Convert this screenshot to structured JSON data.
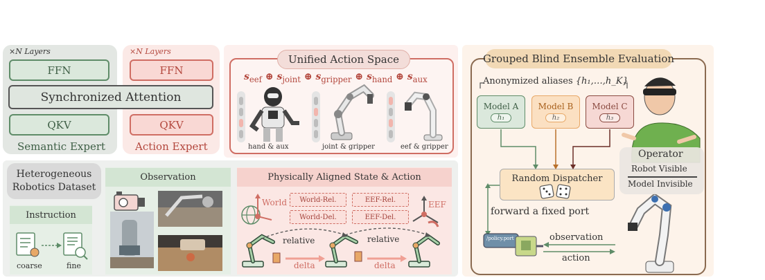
{
  "semantic": {
    "layers": "×N Layers",
    "ffn": "FFN",
    "qkv": "QKV",
    "title": "Semantic Expert"
  },
  "action_expert": {
    "layers": "×N Layers",
    "ffn": "FFN",
    "qkv": "QKV",
    "title": "Action Expert"
  },
  "sync_attention": "Synchronized Attention",
  "unified": {
    "title": "Unified Action Space",
    "formula": {
      "s": "s",
      "eef": "eef",
      "joint": "joint",
      "gripper": "gripper",
      "hand": "hand",
      "aux": "aux",
      "oplus": "⊕"
    },
    "robots": [
      "hand & aux",
      "joint & gripper",
      "eef & gripper"
    ]
  },
  "dataset": {
    "title_line1": "Heterogeneous",
    "title_line2": "Robotics Dataset",
    "instruction": "Instruction",
    "coarse": "coarse",
    "fine": "fine",
    "observation": "Observation"
  },
  "aligned": {
    "title": "Physically Aligned State & Action",
    "world": "World",
    "eef": "EEF",
    "boxes": [
      "World-Rel.",
      "EEF-Rel.",
      "World-Del.",
      "EEF-Del."
    ],
    "relative": "relative",
    "delta": "delta"
  },
  "evaluation": {
    "title": "Grouped Blind Ensemble Evaluation",
    "aliases_text": "Anonymized aliases",
    "aliases_set": "{h₁,…,h_K}",
    "models": [
      {
        "name": "Model A",
        "alias": "h₁"
      },
      {
        "name": "Model B",
        "alias": "h₂"
      },
      {
        "name": "Model C",
        "alias": "h₃"
      }
    ],
    "dispatcher": "Random Dispatcher",
    "forward": "forward a fixed port",
    "port": "/policy.port",
    "observation": "observation",
    "action": "action",
    "operator": "Operator",
    "robot_visible": "Robot Visible",
    "model_invisible": "Model Invisible"
  },
  "colors": {
    "green": "#5e8c68",
    "red": "#cf6d63",
    "orange": "#e8a867",
    "brown": "#8a4a40"
  }
}
